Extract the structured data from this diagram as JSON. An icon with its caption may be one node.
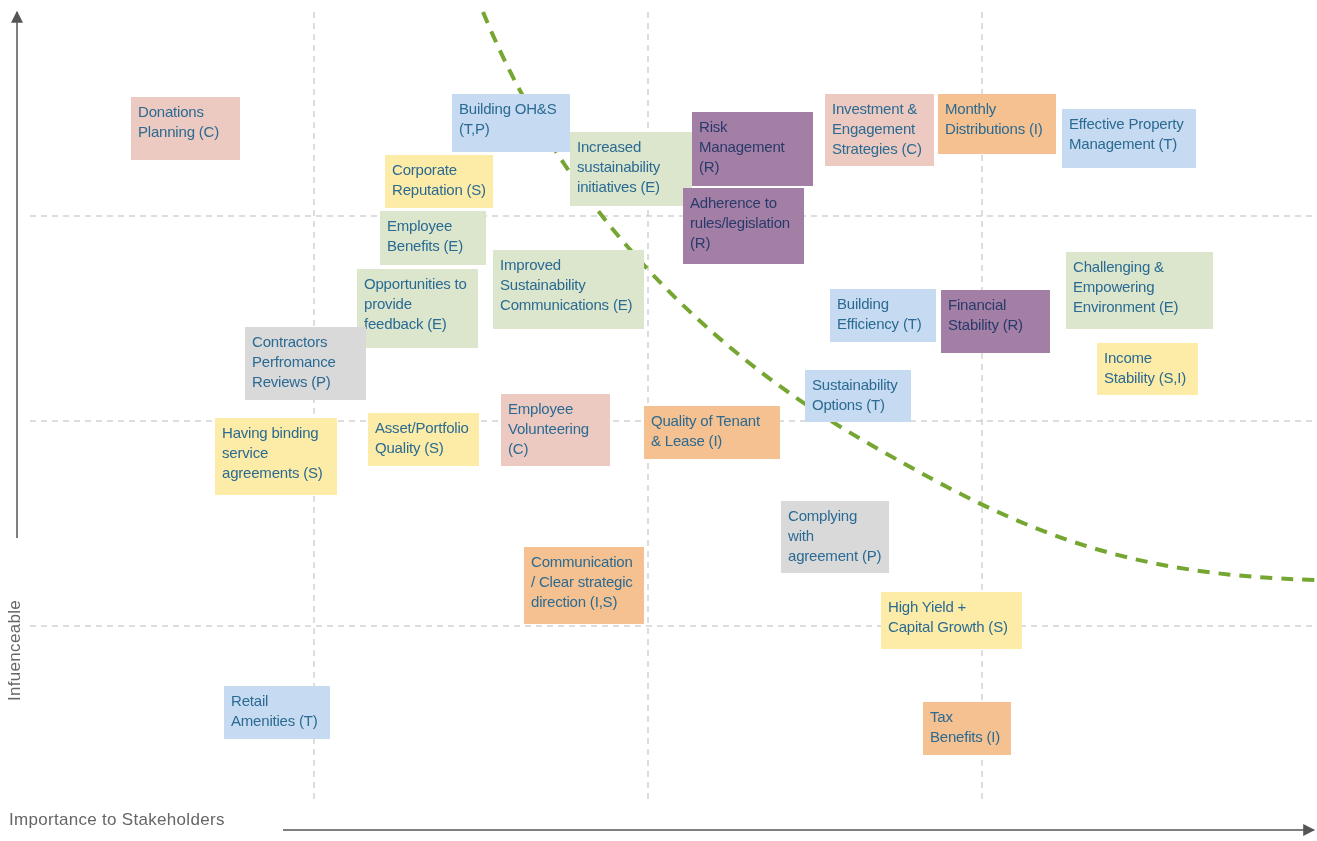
{
  "diagram": {
    "nodes": [
      {
        "text": [
          "Donations Planning (C)"
        ]
      },
      {
        "text": [
          "Building OH&S (T,P)"
        ]
      },
      {
        "text": [
          "Increased sustainability initiatives (E)"
        ]
      },
      {
        "text": [
          "Risk Management (R)"
        ]
      },
      {
        "text": [
          "Investment & Engagement Strategies (C)"
        ]
      },
      {
        "text": [
          "Monthly Distributions (I)"
        ]
      },
      {
        "text": [
          "Effective Property Management (T)"
        ]
      },
      {
        "text": [
          "Corporate Reputation (S)"
        ]
      },
      {
        "text": [
          "Employee Benefits (E)"
        ]
      },
      {
        "text": [
          "Adherence to rules/legislation (R)"
        ]
      },
      {
        "text": [
          "Challenging & Empowering Environment (E)"
        ]
      },
      {
        "text": [
          "Improved Sustainability Communications (E)"
        ]
      },
      {
        "text": [
          "Opportunities to provide feedback (E)"
        ]
      },
      {
        "text": [
          "Building Efficiency (T)"
        ]
      },
      {
        "text": [
          "Financial Stability (R)"
        ]
      },
      {
        "text": [
          "Contractors Perfromance Reviews (P)"
        ]
      },
      {
        "text": [
          "Income Stability (S,I)"
        ]
      },
      {
        "text": [
          "Sustainability Options (T)"
        ]
      },
      {
        "text": [
          "Having binding service agreements (S)"
        ]
      },
      {
        "text": [
          "Asset/Portfolio Quality (S)"
        ]
      },
      {
        "text": [
          "Employee Volunteering (C)"
        ]
      },
      {
        "text": [
          "Quality of Tenant & Lease (I)"
        ]
      },
      {
        "text": [
          "Complying with agreement (P)"
        ]
      },
      {
        "text": [
          "Communication / Clear strategic direction (I,S)"
        ]
      },
      {
        "text": [
          "High Yield + Capital Growth (S)"
        ]
      },
      {
        "text": [
          "Retail Amenities (T)"
        ]
      },
      {
        "text": [
          "Tax Benefits (I)"
        ]
      }
    ],
    "labels": [
      "Infuenceable",
      "Importance to Stakeholders"
    ]
  }
}
